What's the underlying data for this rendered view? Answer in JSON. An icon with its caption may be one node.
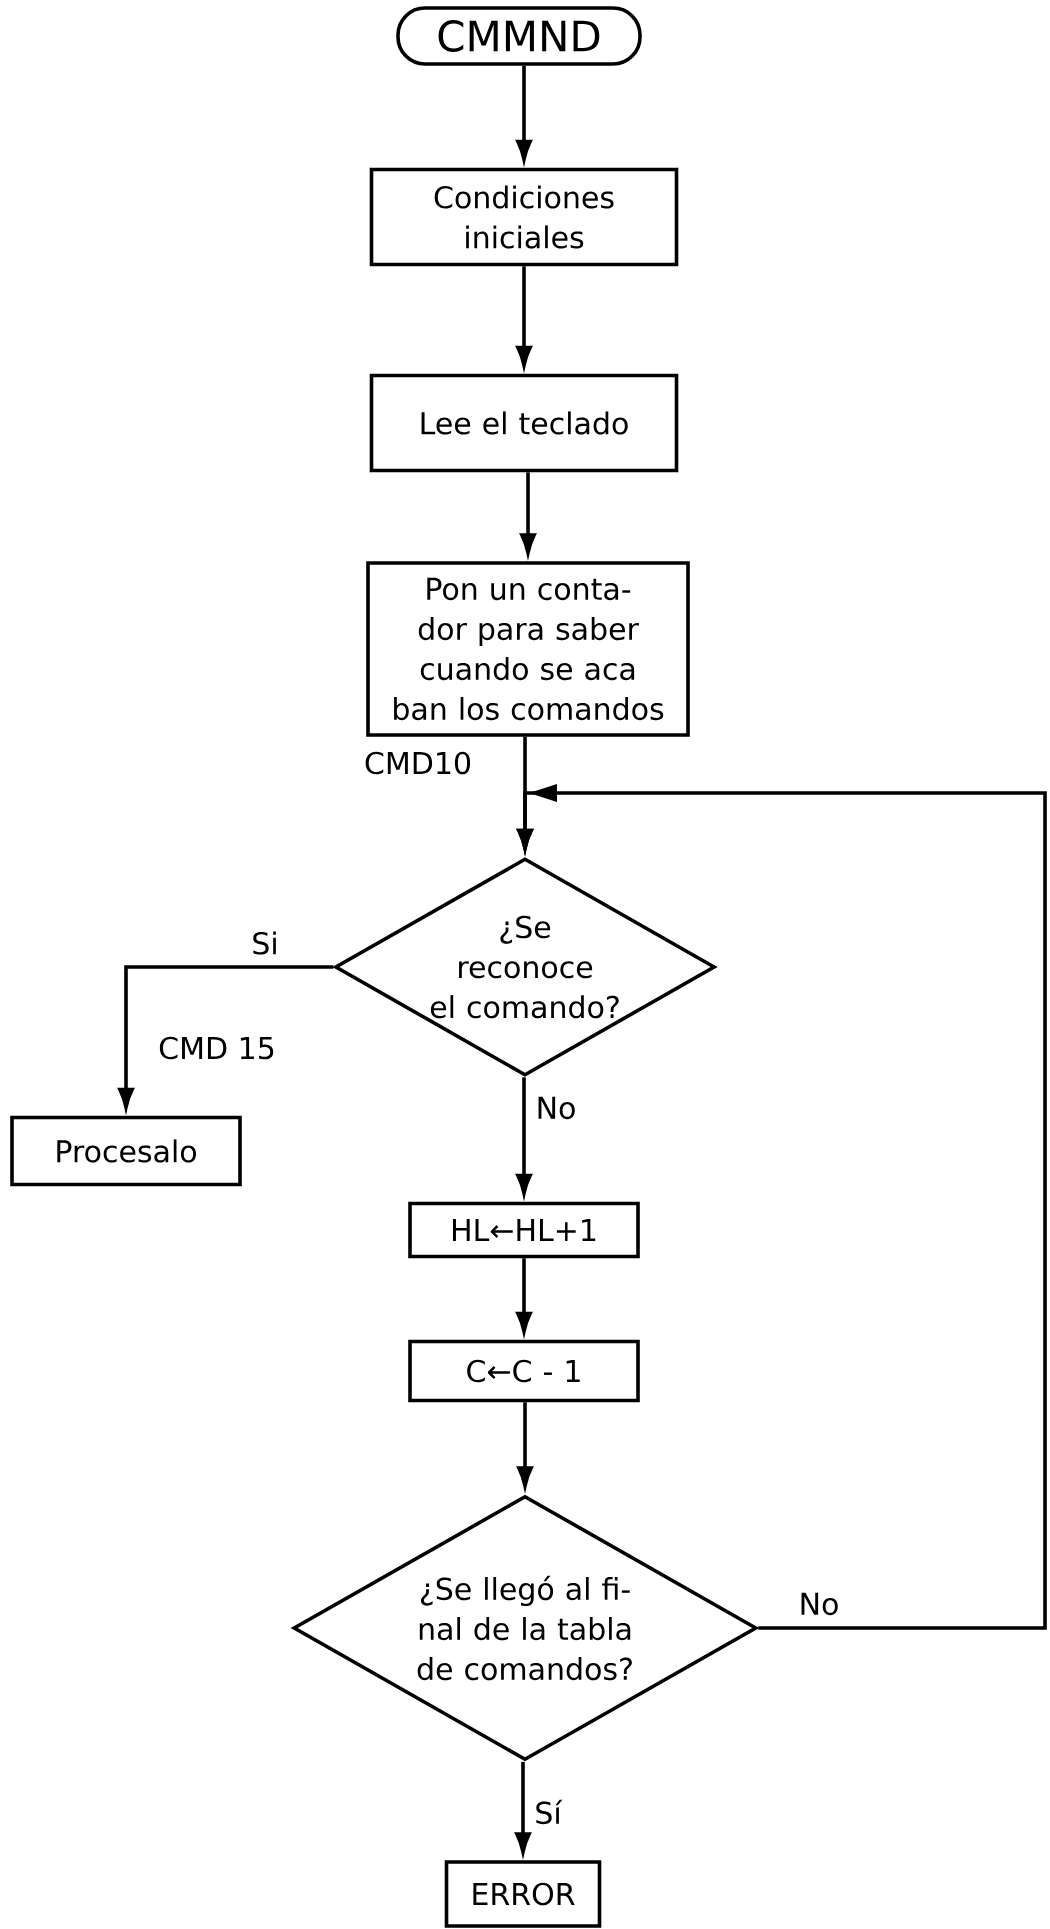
{
  "diagram": {
    "nodes": [
      {
        "text": [
          "CMMND"
        ]
      },
      {
        "text": [
          "Condiciones iniciales"
        ]
      },
      {
        "text": [
          "Lee el teclado"
        ]
      },
      {
        "text": [
          "Pon un conta- dor para saber cuando se aca ban los comandos"
        ]
      },
      {
        "text": [
          "¿Se reconoce el comando?"
        ]
      },
      {
        "text": [
          "Procesalo"
        ]
      },
      {
        "text": [
          "HL←HL+1"
        ]
      },
      {
        "text": [
          "C←C - 1"
        ]
      },
      {
        "text": [
          "¿Se llegó al fi- nal de la tabla de comandos?"
        ]
      },
      {
        "text": [
          "ERROR"
        ]
      }
    ],
    "edges": [
      {
        "from": 0,
        "to": 1,
        "arrow": "to"
      },
      {
        "from": 1,
        "to": 2,
        "arrow": "to"
      },
      {
        "from": 2,
        "to": 3,
        "arrow": "to"
      },
      {
        "from": 3,
        "to": 4,
        "arrow": "to"
      },
      {
        "from": 4,
        "to": 5,
        "arrow": "to",
        "label": "Si"
      },
      {
        "from": 4,
        "to": 6,
        "arrow": "to",
        "label": "No"
      },
      {
        "from": 6,
        "to": 7,
        "arrow": "to"
      },
      {
        "from": 7,
        "to": 8,
        "arrow": "to"
      },
      {
        "from": 8,
        "to": 4,
        "arrow": "to",
        "label": "No"
      },
      {
        "from": 8,
        "to": 9,
        "arrow": "to",
        "label": "Sí"
      }
    ],
    "labels": [
      "CMD10",
      "CMD 15"
    ]
  }
}
